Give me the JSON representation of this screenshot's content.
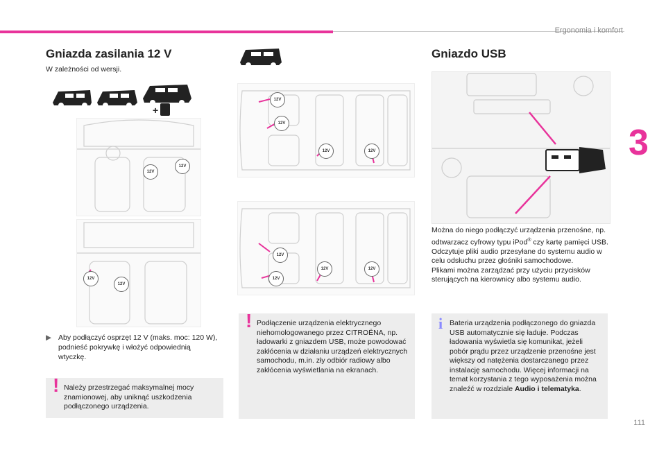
{
  "header": {
    "section": "Ergonomia i komfort",
    "chapter": "3",
    "page_number": "111"
  },
  "left": {
    "title": "Gniazda zasilania 12 V",
    "subtitle": "W zależności od wersji.",
    "badge_label": "12V",
    "bullet": "Aby podłączyć osprzęt 12 V (maks. moc: 120 W), podnieść pokrywkę i włożyć odpowiednią wtyczkę.",
    "warning": "Należy przestrzegać maksymalnej mocy znamionowej, aby uniknąć uszkodzenia podłączonego urządzenia."
  },
  "middle": {
    "warning": "Podłączenie urządzenia elektrycznego niehomologowanego przez CITROËNA, np. ładowarki z gniazdem USB, może powodować zakłócenia w działaniu urządzeń elektrycznych samochodu, m.in. zły odbiór radiowy albo zakłócenia wyświetlania na ekranach."
  },
  "right": {
    "title": "Gniazdo USB",
    "para1": "Można do niego podłączyć urządzenia przenośne, np. odtwarzacz cyfrowy typu iPod",
    "para1_sup": "®",
    "para1_end": " czy kartę pamięci USB.",
    "para2": "Odczytuje pliki audio przesyłane do systemu audio w celu odsłuchu przez głośniki samochodowe.",
    "para3": "Plikami można zarządzać przy użyciu przycisków sterujących na kierownicy albo systemu audio.",
    "info_text": "Bateria urządzenia podłączonego do gniazda USB automatycznie się ładuje. Podczas ładowania wyświetla się komunikat, jeżeli pobór prądu przez urządzenie przenośne jest większy od natężenia dostarczanego przez instalację samochodu. Więcej informacji na temat korzystania z tego wyposażenia można znaleźć w rozdziale ",
    "info_link": "Audio i telematyka",
    "info_end": "."
  },
  "colors": {
    "accent": "#e8339b",
    "info": "#8a8aff",
    "note_bg": "#ededed"
  }
}
